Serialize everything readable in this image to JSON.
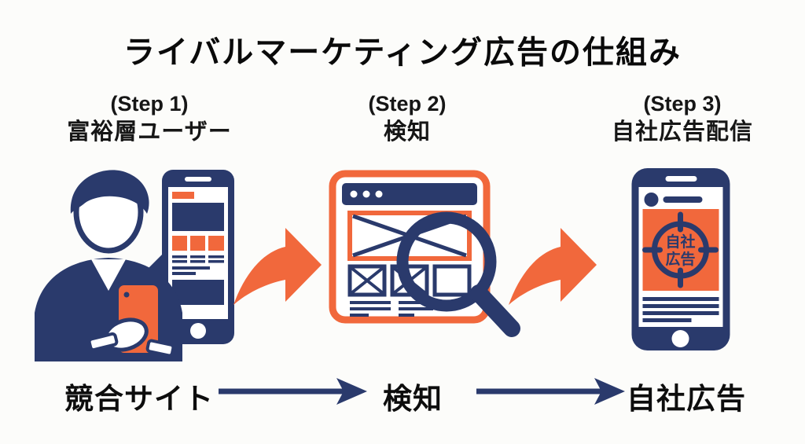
{
  "title": "ライバルマーケティング広告の仕組み",
  "steps": [
    {
      "label": "(Step 1)",
      "name": "富裕層ユーザー"
    },
    {
      "label": "(Step 2)",
      "name": "検知"
    },
    {
      "label": "(Step 3)",
      "name": "自社広告配信"
    }
  ],
  "phone_ad": {
    "line1": "自社",
    "line2": "広告"
  },
  "flow": [
    {
      "label": "競合サイト"
    },
    {
      "label": "検知"
    },
    {
      "label": "自社広告"
    }
  ],
  "colors": {
    "navy": "#2A3A6C",
    "orange": "#F1683C",
    "title_text": "#111111",
    "background": "#FCFCFA"
  }
}
